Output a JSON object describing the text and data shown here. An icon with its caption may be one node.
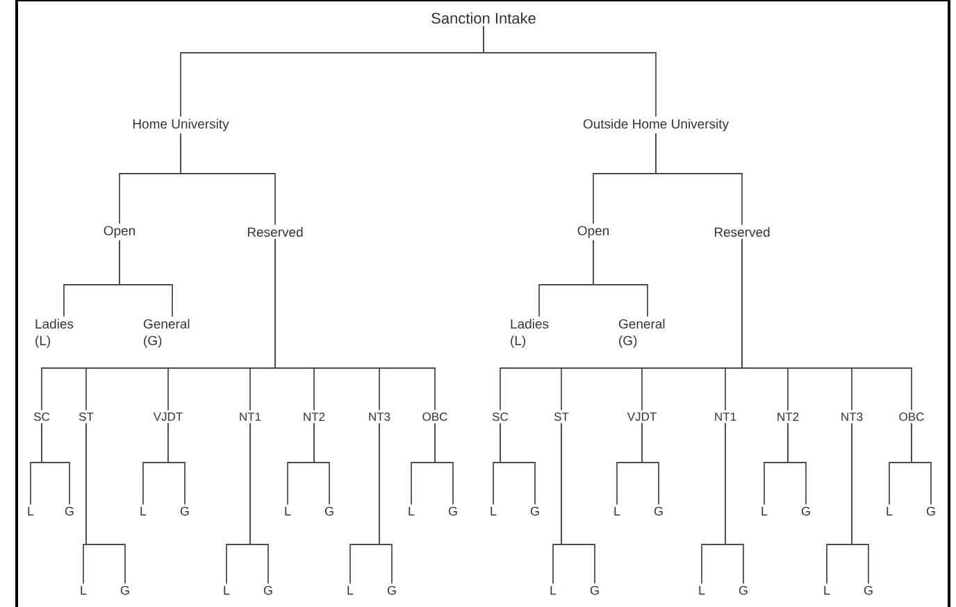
{
  "diagram": {
    "nodes": [
      {
        "text": [
          "Sanction Intake"
        ]
      },
      {
        "text": [
          "Home University"
        ]
      },
      {
        "text": [
          "Outside Home University"
        ]
      },
      {
        "text": [
          "Open"
        ]
      },
      {
        "text": [
          "Reserved"
        ]
      },
      {
        "text": [
          "Ladies (L)"
        ]
      },
      {
        "text": [
          "General (G)"
        ]
      },
      {
        "text": [
          "SC"
        ]
      },
      {
        "text": [
          "ST"
        ]
      },
      {
        "text": [
          "VJDT"
        ]
      },
      {
        "text": [
          "NT1"
        ]
      },
      {
        "text": [
          "NT2"
        ]
      },
      {
        "text": [
          "NT3"
        ]
      },
      {
        "text": [
          "OBC"
        ]
      },
      {
        "text": [
          "L"
        ]
      },
      {
        "text": [
          "G"
        ]
      },
      {
        "text": [
          "L"
        ]
      },
      {
        "text": [
          "G"
        ]
      },
      {
        "text": [
          "L"
        ]
      },
      {
        "text": [
          "G"
        ]
      },
      {
        "text": [
          "L"
        ]
      },
      {
        "text": [
          "G"
        ]
      },
      {
        "text": [
          "L"
        ]
      },
      {
        "text": [
          "G"
        ]
      },
      {
        "text": [
          "L"
        ]
      },
      {
        "text": [
          "G"
        ]
      },
      {
        "text": [
          "L"
        ]
      },
      {
        "text": [
          "G"
        ]
      },
      {
        "text": [
          "Open"
        ]
      },
      {
        "text": [
          "Reserved"
        ]
      },
      {
        "text": [
          "Ladies (L)"
        ]
      },
      {
        "text": [
          "General (G)"
        ]
      },
      {
        "text": [
          "SC"
        ]
      },
      {
        "text": [
          "ST"
        ]
      },
      {
        "text": [
          "VJDT"
        ]
      },
      {
        "text": [
          "NT1"
        ]
      },
      {
        "text": [
          "NT2"
        ]
      },
      {
        "text": [
          "NT3"
        ]
      },
      {
        "text": [
          "OBC"
        ]
      },
      {
        "text": [
          "L"
        ]
      },
      {
        "text": [
          "G"
        ]
      },
      {
        "text": [
          "L"
        ]
      },
      {
        "text": [
          "G"
        ]
      },
      {
        "text": [
          "L"
        ]
      },
      {
        "text": [
          "G"
        ]
      },
      {
        "text": [
          "L"
        ]
      },
      {
        "text": [
          "G"
        ]
      },
      {
        "text": [
          "L"
        ]
      },
      {
        "text": [
          "G"
        ]
      },
      {
        "text": [
          "L"
        ]
      },
      {
        "text": [
          "G"
        ]
      },
      {
        "text": [
          "L"
        ]
      },
      {
        "text": [
          "G"
        ]
      }
    ],
    "edges": [
      {
        "from": 0,
        "to": 1,
        "arrow": "none"
      },
      {
        "from": 0,
        "to": 2,
        "arrow": "none"
      },
      {
        "from": 1,
        "to": 3,
        "arrow": "none"
      },
      {
        "from": 1,
        "to": 4,
        "arrow": "none"
      },
      {
        "from": 3,
        "to": 5,
        "arrow": "none"
      },
      {
        "from": 3,
        "to": 6,
        "arrow": "none"
      },
      {
        "from": 4,
        "to": 7,
        "arrow": "none"
      },
      {
        "from": 4,
        "to": 8,
        "arrow": "none"
      },
      {
        "from": 4,
        "to": 9,
        "arrow": "none"
      },
      {
        "from": 4,
        "to": 10,
        "arrow": "none"
      },
      {
        "from": 4,
        "to": 11,
        "arrow": "none"
      },
      {
        "from": 4,
        "to": 12,
        "arrow": "none"
      },
      {
        "from": 4,
        "to": 13,
        "arrow": "none"
      },
      {
        "from": 7,
        "to": 14,
        "arrow": "none"
      },
      {
        "from": 7,
        "to": 15,
        "arrow": "none"
      },
      {
        "from": 8,
        "to": 16,
        "arrow": "none"
      },
      {
        "from": 8,
        "to": 17,
        "arrow": "none"
      },
      {
        "from": 9,
        "to": 18,
        "arrow": "none"
      },
      {
        "from": 9,
        "to": 19,
        "arrow": "none"
      },
      {
        "from": 10,
        "to": 20,
        "arrow": "none"
      },
      {
        "from": 10,
        "to": 21,
        "arrow": "none"
      },
      {
        "from": 11,
        "to": 22,
        "arrow": "none"
      },
      {
        "from": 11,
        "to": 23,
        "arrow": "none"
      },
      {
        "from": 12,
        "to": 24,
        "arrow": "none"
      },
      {
        "from": 12,
        "to": 25,
        "arrow": "none"
      },
      {
        "from": 13,
        "to": 26,
        "arrow": "none"
      },
      {
        "from": 13,
        "to": 27,
        "arrow": "none"
      },
      {
        "from": 2,
        "to": 28,
        "arrow": "none"
      },
      {
        "from": 2,
        "to": 29,
        "arrow": "none"
      },
      {
        "from": 28,
        "to": 30,
        "arrow": "none"
      },
      {
        "from": 28,
        "to": 31,
        "arrow": "none"
      },
      {
        "from": 29,
        "to": 32,
        "arrow": "none"
      },
      {
        "from": 29,
        "to": 33,
        "arrow": "none"
      },
      {
        "from": 29,
        "to": 34,
        "arrow": "none"
      },
      {
        "from": 29,
        "to": 35,
        "arrow": "none"
      },
      {
        "from": 29,
        "to": 36,
        "arrow": "none"
      },
      {
        "from": 29,
        "to": 37,
        "arrow": "none"
      },
      {
        "from": 29,
        "to": 38,
        "arrow": "none"
      },
      {
        "from": 32,
        "to": 39,
        "arrow": "none"
      },
      {
        "from": 32,
        "to": 40,
        "arrow": "none"
      },
      {
        "from": 33,
        "to": 41,
        "arrow": "none"
      },
      {
        "from": 33,
        "to": 42,
        "arrow": "none"
      },
      {
        "from": 34,
        "to": 43,
        "arrow": "none"
      },
      {
        "from": 34,
        "to": 44,
        "arrow": "none"
      },
      {
        "from": 35,
        "to": 45,
        "arrow": "none"
      },
      {
        "from": 35,
        "to": 46,
        "arrow": "none"
      },
      {
        "from": 36,
        "to": 47,
        "arrow": "none"
      },
      {
        "from": 36,
        "to": 48,
        "arrow": "none"
      },
      {
        "from": 37,
        "to": 49,
        "arrow": "none"
      },
      {
        "from": 37,
        "to": 50,
        "arrow": "none"
      },
      {
        "from": 38,
        "to": 51,
        "arrow": "none"
      },
      {
        "from": 38,
        "to": 52,
        "arrow": "none"
      }
    ]
  }
}
